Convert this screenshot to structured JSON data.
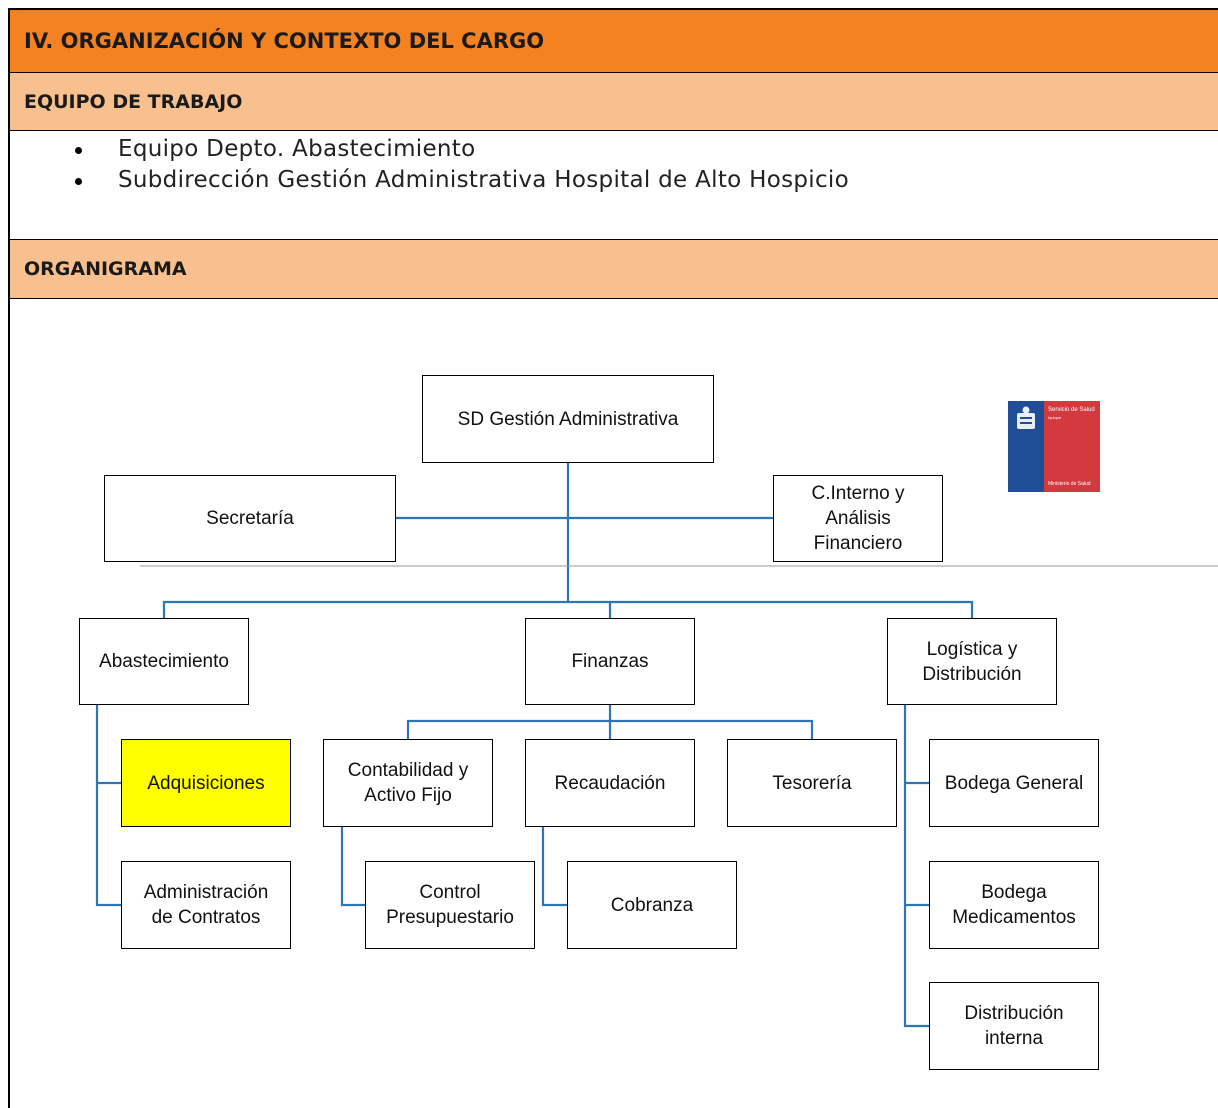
{
  "section": {
    "title": "IV. ORGANIZACIÓN Y CONTEXTO DEL CARGO",
    "team_heading": "EQUIPO DE TRABAJO",
    "team_items": [
      "Equipo Depto. Abastecimiento",
      "Subdirección Gestión Administrativa Hospital de Alto Hospicio"
    ],
    "org_heading": "ORGANIGRAMA"
  },
  "logo": {
    "line1": "Servicio de Salud",
    "line2": "Iquique",
    "line3": "Ministerio de Salud"
  },
  "org_chart": {
    "line_color": "#2e75b6",
    "highlight_color": "#ffff00",
    "highlighted_unit": "Adquisiciones",
    "root": "SD Gestión Administrativa",
    "staff": [
      "Secretaría",
      "C.Interno y\nAnálisis\nFinanciero"
    ],
    "departments": [
      {
        "name": "Abastecimiento",
        "units": [
          "Adquisiciones",
          "Administración\nde Contratos"
        ]
      },
      {
        "name": "Finanzas",
        "units": [
          "Contabilidad y\nActivo Fijo",
          "Recaudación",
          "Tesorería"
        ],
        "subunits": [
          "Control\nPresupuestario",
          "Cobranza"
        ]
      },
      {
        "name": "Logística y\nDistribución",
        "units": [
          "Bodega General",
          "Bodega\nMedicamentos",
          "Distribución\ninterna"
        ]
      }
    ]
  }
}
